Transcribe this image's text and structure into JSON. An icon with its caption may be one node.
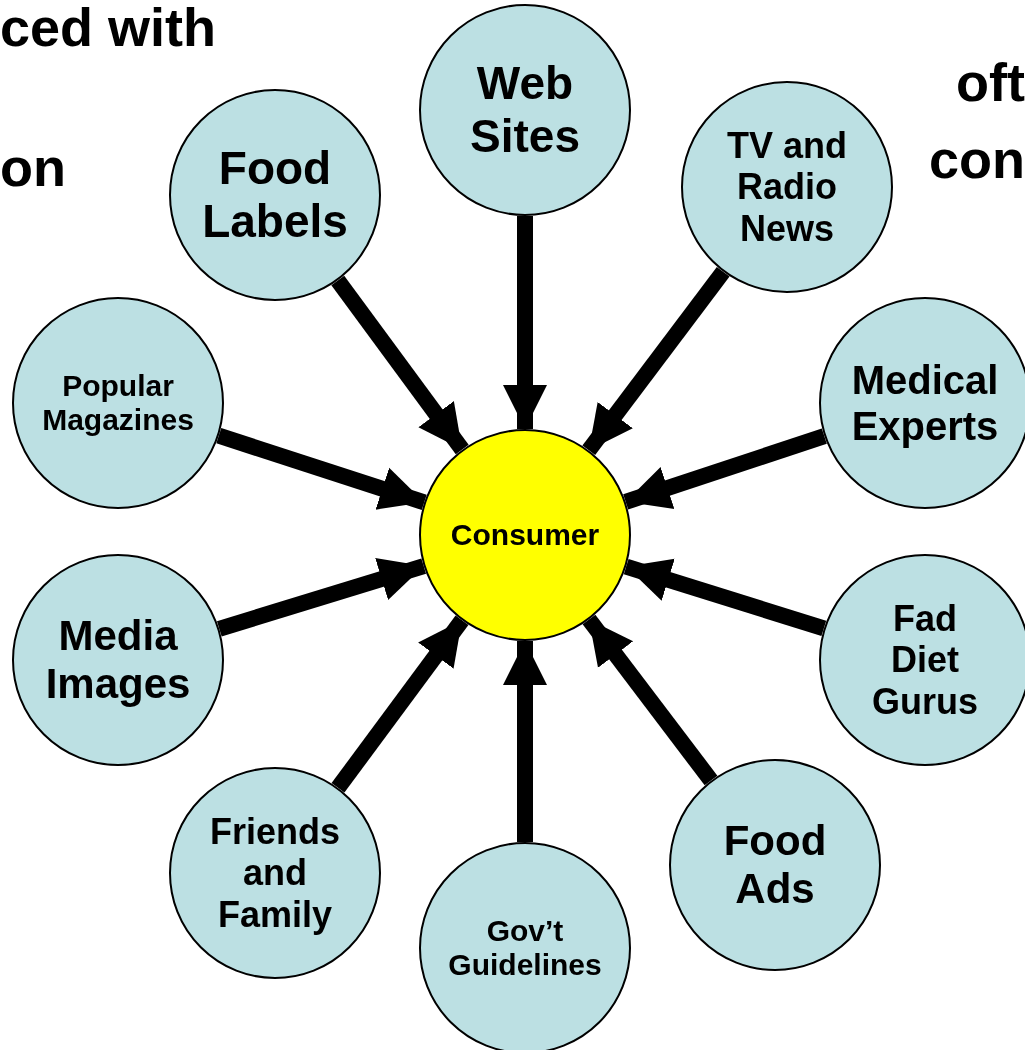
{
  "diagram": {
    "nodes": [
      {
        "text": [
          "Web Sites"
        ]
      },
      {
        "text": [
          "Food Labels"
        ]
      },
      {
        "text": [
          "TV and Radio News"
        ]
      },
      {
        "text": [
          "Popular Magazines"
        ]
      },
      {
        "text": [
          "Medical Experts"
        ]
      },
      {
        "text": [
          "Consumer"
        ]
      },
      {
        "text": [
          "Media Images"
        ]
      },
      {
        "text": [
          "Fad Diet Gurus"
        ]
      },
      {
        "text": [
          "Friends and Family"
        ]
      },
      {
        "text": [
          "Food Ads"
        ]
      },
      {
        "text": [
          "Gov’t Guidelines"
        ]
      }
    ],
    "edges": [
      {
        "from": 0,
        "to": 5,
        "arrow": "to"
      },
      {
        "from": 1,
        "to": 5,
        "arrow": "to"
      },
      {
        "from": 2,
        "to": 5,
        "arrow": "to"
      },
      {
        "from": 3,
        "to": 5,
        "arrow": "to"
      },
      {
        "from": 4,
        "to": 5,
        "arrow": "to"
      },
      {
        "from": 6,
        "to": 5,
        "arrow": "to"
      },
      {
        "from": 7,
        "to": 5,
        "arrow": "to"
      },
      {
        "from": 8,
        "to": 5,
        "arrow": "to"
      },
      {
        "from": 9,
        "to": 5,
        "arrow": "to"
      },
      {
        "from": 10,
        "to": 5,
        "arrow": "to"
      }
    ],
    "labels": [
      "ced with",
      "oft",
      "on",
      "con"
    ]
  }
}
